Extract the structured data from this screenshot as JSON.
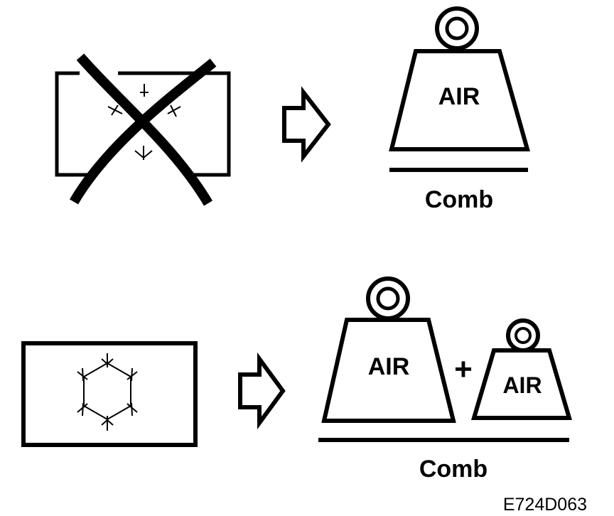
{
  "top_row": {
    "weight_label": "AIR",
    "scale_label": "Comb"
  },
  "bottom_row": {
    "weight_large_label": "AIR",
    "plus_sign": "+",
    "weight_small_label": "AIR",
    "scale_label": "Comb"
  },
  "figure_code": "E724D063",
  "colors": {
    "ink": "#000000",
    "paper": "#ffffff"
  }
}
